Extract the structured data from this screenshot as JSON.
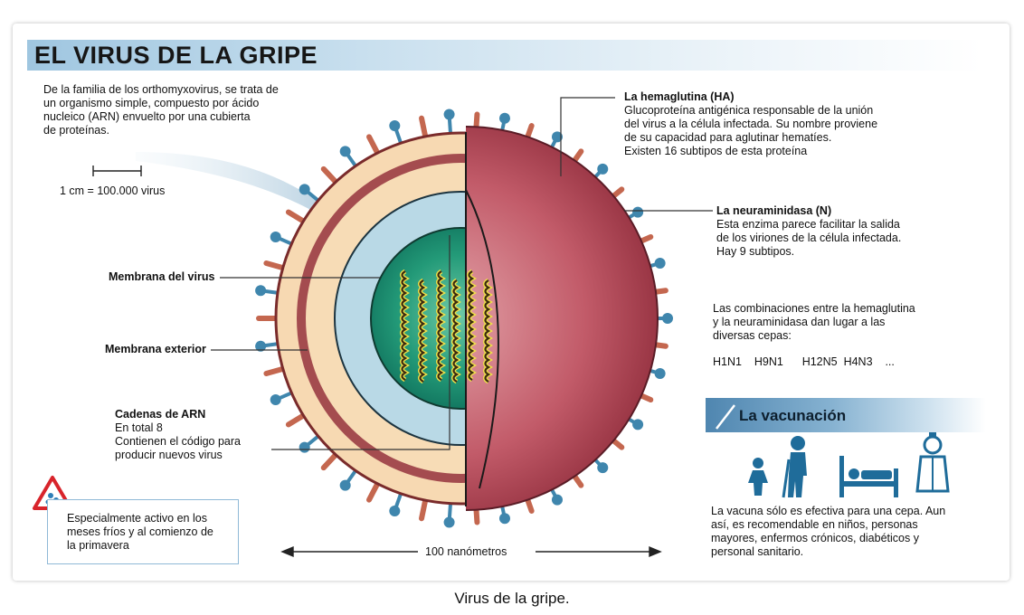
{
  "title": "EL VIRUS DE LA GRIPE",
  "intro": [
    "De la familia de los orthomyxovirus, se trata de",
    "un organismo simple, compuesto por ácido",
    "nucleico (ARN) envuelto por una cubierta",
    "de proteínas."
  ],
  "scale_label": "1 cm = 100.000 virus",
  "labels": {
    "membrana_virus": "Membrana del virus",
    "membrana_exterior": "Membrana exterior",
    "cadenas_title": "Cadenas de ARN",
    "cadenas_lines": [
      "En total 8",
      "Contienen el código para",
      "producir nuevos virus"
    ]
  },
  "hemaglutina": {
    "title": "La hemaglutina (HA)",
    "lines": [
      "Glucoproteína antigénica responsable de la unión",
      "del virus a la célula infectada. Su nombre proviene",
      "de su capacidad para aglutinar hematíes.",
      "Existen 16 subtipos de esta proteína"
    ]
  },
  "neuraminidasa": {
    "title": "La neuraminidasa (N)",
    "lines": [
      "Esta enzima parece facilitar la salida",
      "de los viriones de la célula infectada.",
      "Hay 9 subtipos."
    ]
  },
  "combinaciones": {
    "lines": [
      "Las combinaciones entre la hemaglutina",
      "y la neuraminidasa dan lugar a las",
      "diversas cepas:"
    ],
    "strains": [
      "H1N1",
      "H9N1",
      "H12N5",
      "H4N3",
      "..."
    ]
  },
  "vacunacion": {
    "title": "La vacunación",
    "lines": [
      "La vacuna sólo es efectiva para una cepa. Aun",
      "así, es recomendable en niños, personas",
      "mayores, enfermos crónicos, diabéticos y",
      "personal sanitario."
    ]
  },
  "note": [
    "Especialmente activo en los",
    "meses fríos y al comienzo de",
    "la primavera"
  ],
  "size_label": "100 nanómetros",
  "caption": "Virus de la gripe.",
  "colors": {
    "spike_blue": "#3f86ad",
    "spike_rust": "#c4674f",
    "shell_pink": "#b5475a",
    "envelope_cream": "#f7d9b2",
    "core_green": "#1a8c6e",
    "title_bar": "#9fc6e0"
  }
}
